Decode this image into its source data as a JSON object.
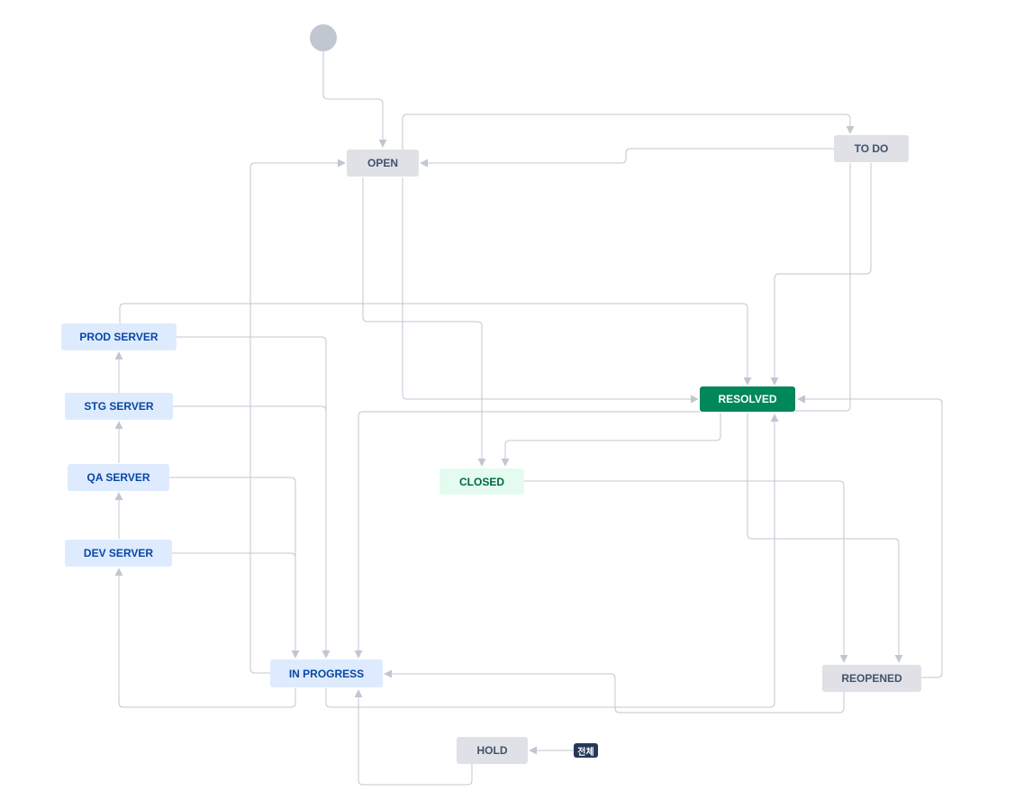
{
  "workflow": {
    "statuses": {
      "open": "OPEN",
      "todo": "TO DO",
      "resolved": "RESOLVED",
      "closed": "CLOSED",
      "prod_server": "PROD SERVER",
      "stg_server": "STG SERVER",
      "qa_server": "QA SERVER",
      "dev_server": "DEV SERVER",
      "in_progress": "IN PROGRESS",
      "reopened": "REOPENED",
      "hold": "HOLD"
    },
    "global_transition_label": "전체",
    "colors": {
      "line": "#c1c7d0",
      "grey_bg": "#dfe1e6",
      "grey_text": "#42526e",
      "blue_bg": "#deebff",
      "blue_text": "#0747a6",
      "green_bg": "#e3fcef",
      "green_text": "#006644",
      "done_bg": "#00875a",
      "done_text": "#ffffff",
      "start_circle": "#c1c7d0"
    }
  }
}
